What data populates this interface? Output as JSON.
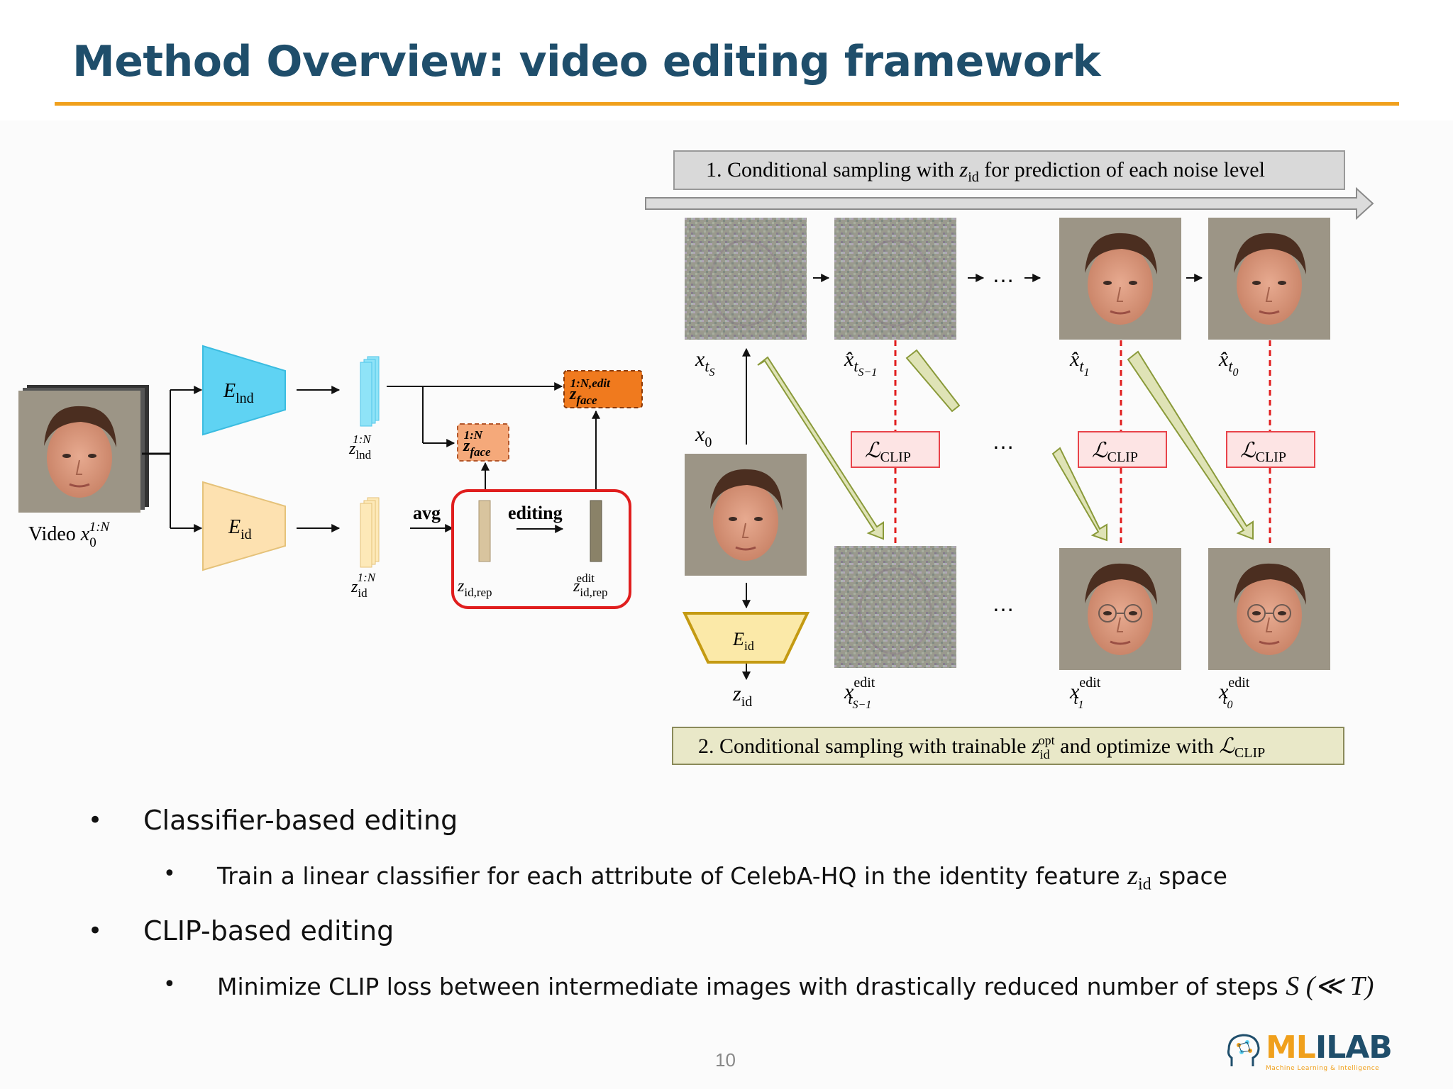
{
  "slide": {
    "title": "Method Overview: video editing framework",
    "page_number": "10"
  },
  "diagram": {
    "top_banner": "1. Conditional sampling with z_id for prediction of each noise level",
    "bottom_banner": "2. Conditional sampling with trainable z_id^opt and optimize with ℒ_CLIP",
    "video_label": "Video x_0^{1:N}",
    "encoders": {
      "landmark": "E_lnd",
      "identity": "E_id",
      "identity_small": "E_id"
    },
    "latents": {
      "z_lnd": "z_lnd^{1:N}",
      "z_id": "z_id^{1:N}",
      "z_face": "z_face^{1:N}",
      "z_face_edit": "z_face^{1:N,edit}",
      "z_id_rep": "z_id,rep",
      "z_id_rep_edit": "z_id,rep^edit",
      "z_id_out": "z_id"
    },
    "ops": {
      "avg": "avg",
      "editing": "editing"
    },
    "frame_labels_top": [
      "x_{t_S}",
      "x̂_{t_{S-1}}",
      "x̂_{t_1}",
      "x̂_{t_0}"
    ],
    "frame_labels_bottom": [
      "x_{t_{S-1}}^edit",
      "x_{t_1}^edit",
      "x_{t_0}^edit"
    ],
    "x0_label": "x_0",
    "clip_loss": "ℒ_CLIP",
    "ellipsis": "…",
    "colors": {
      "landmark_encoder": "#5fd3f3",
      "identity_encoder": "#fde1b0",
      "face_latent": "#f5a97a",
      "face_edit_latent": "#f07a1e",
      "edit_box": "#e01e1e",
      "clip_box": "#e8434a",
      "banner_top": "#d9d9d9",
      "banner_bottom": "#e9e8c8",
      "diag_arrow": "#dfe3b6"
    }
  },
  "bullets": [
    {
      "level": 1,
      "text": "Classifier-based editing"
    },
    {
      "level": 2,
      "text_before": "Train a linear classifier for each attribute of CelebA-HQ in the identity feature ",
      "math": "z",
      "math_sub": "id",
      "text_after": " space"
    },
    {
      "level": 1,
      "text": "CLIP-based editing"
    },
    {
      "level": 2,
      "text_before": "Minimize CLIP loss between intermediate images with drastically reduced number of steps ",
      "math": "S (≪ T)"
    }
  ],
  "logo": {
    "word_a": "ML",
    "word_b": "ILAB",
    "tagline": "Machine Learning & Intelligence"
  }
}
